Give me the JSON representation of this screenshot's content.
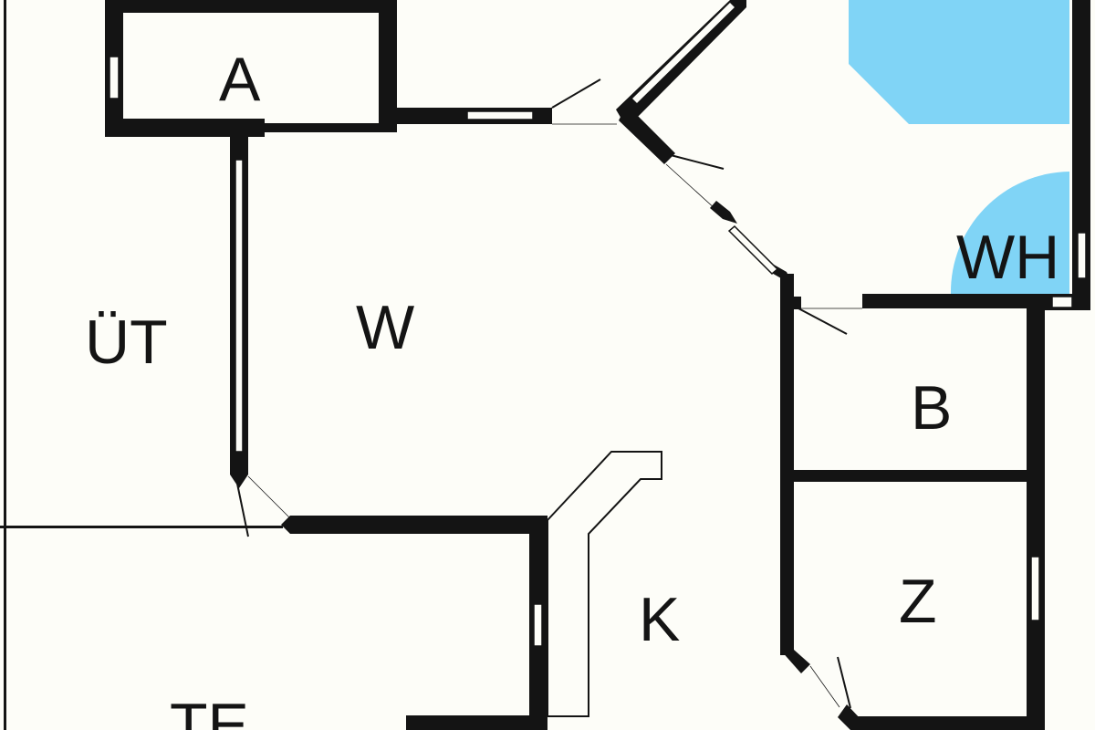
{
  "colors": {
    "background": "#fdfdf8",
    "wall": "#141414",
    "fixture": "#80d4f6"
  },
  "rooms": {
    "a": "A",
    "ut": "ÜT",
    "w": "W",
    "wh": "WH",
    "b": "B",
    "z": "Z",
    "k": "K",
    "te": "TE"
  }
}
